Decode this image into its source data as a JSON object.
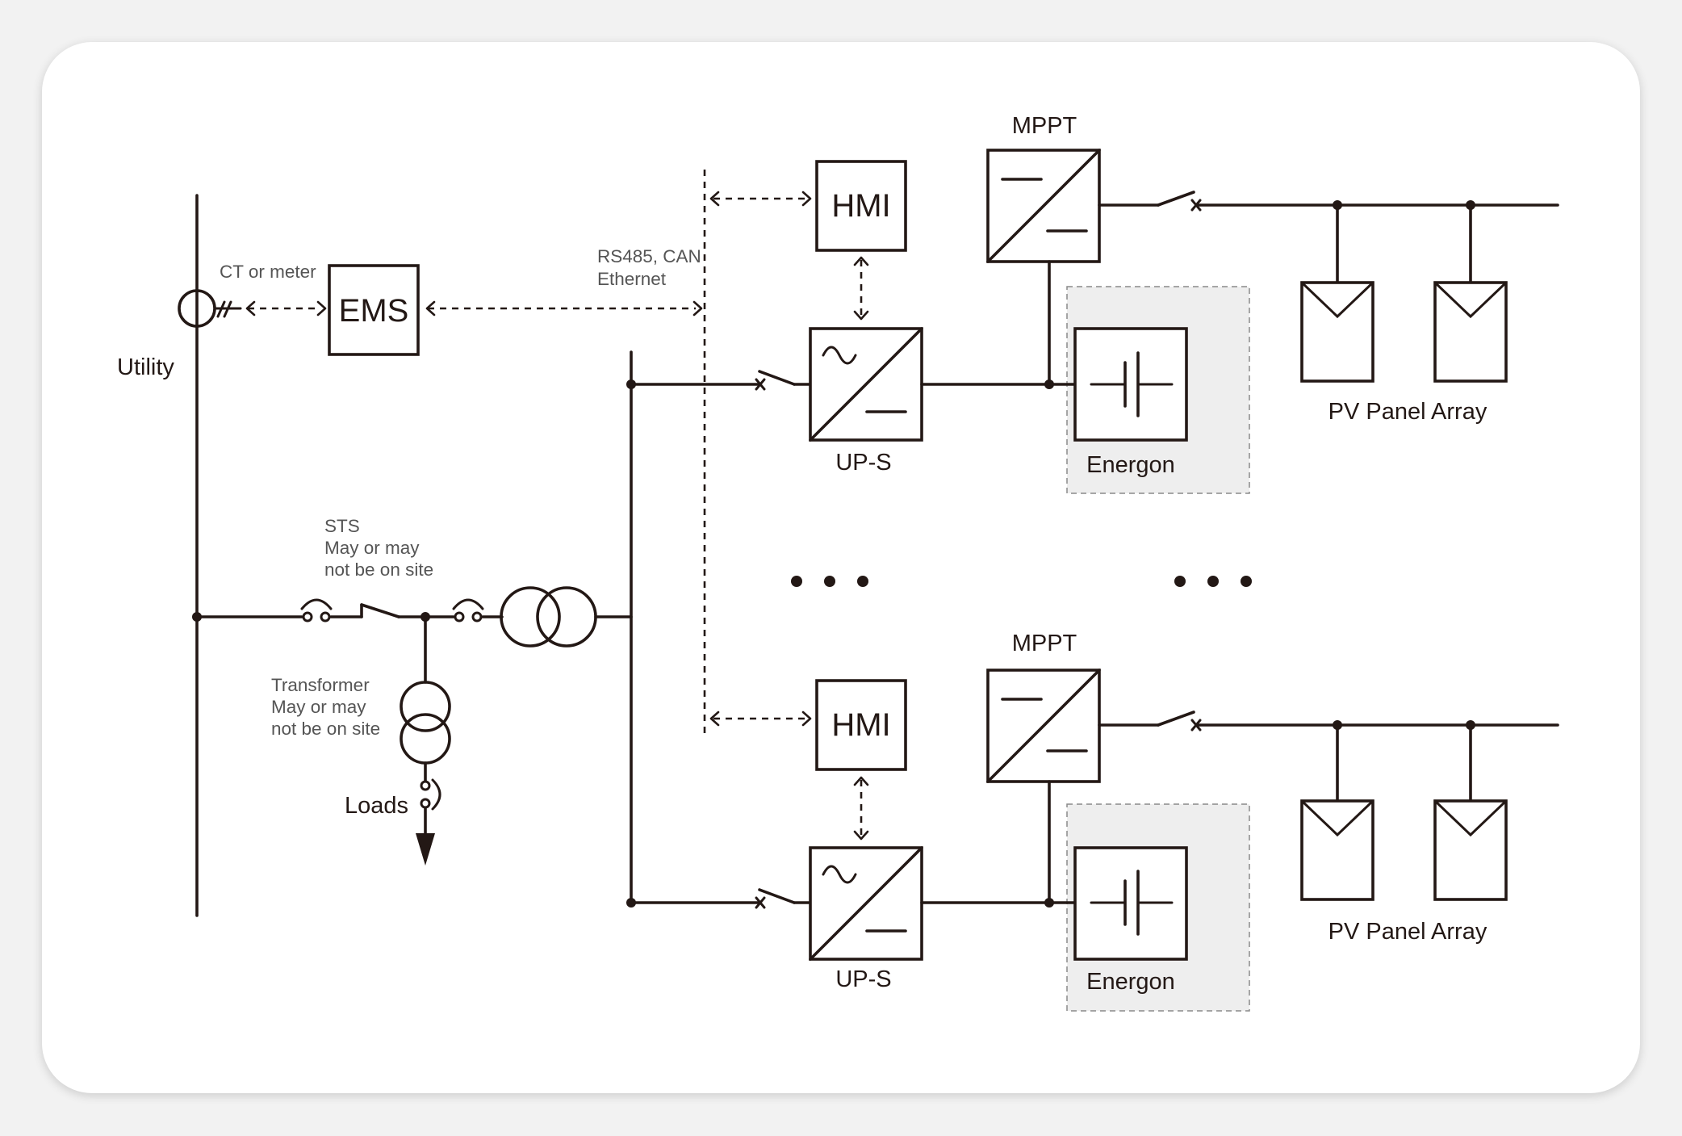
{
  "labels": {
    "utility": "Utility",
    "ct_meter": "CT or meter",
    "ems": "EMS",
    "comm_line1": "RS485, CAN",
    "comm_line2": "Ethernet",
    "sts_line1": "STS",
    "sts_line2": "May or may",
    "sts_line3": "not be on site",
    "transformer_line1": "Transformer",
    "transformer_line2": "May or may",
    "transformer_line3": "not be on site",
    "loads": "Loads",
    "hmi": "HMI",
    "mppt": "MPPT",
    "ups": "UP-S",
    "energon": "Energon",
    "pv_array": "PV Panel Array"
  },
  "colors": {
    "line": "#231815",
    "card": "#ffffff",
    "page_bg": "#f2f2f2",
    "storage_bg": "#eeeeee"
  },
  "icons": {
    "ellipsis": "ellipsis-icon",
    "inverter": "ac-dc-converter-icon",
    "dc_dc": "dc-dc-converter-icon",
    "battery": "battery-icon",
    "solar_panel": "solar-panel-icon",
    "transformer": "transformer-icon",
    "breaker": "breaker-icon"
  }
}
